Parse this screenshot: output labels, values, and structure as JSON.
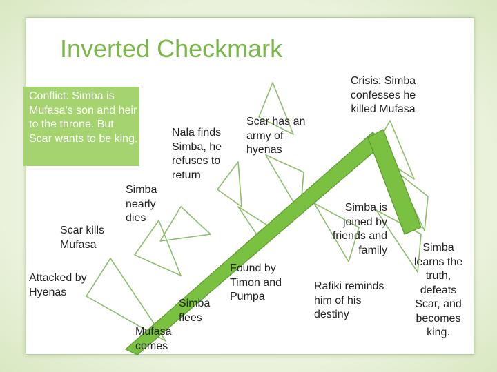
{
  "title": "Inverted Checkmark",
  "colors": {
    "title": "#7ab648",
    "beam": "#7ac142",
    "beam_edge": "#5c9a2e",
    "triangle": "#8fbc6a",
    "conflict_box": "#a4d36f"
  },
  "conflict": "Conflict:  Simba is Mufasa’s son and heir to the throne.  But Scar wants to be king.",
  "events": {
    "attacked_by_hyenas": "Attacked by Hyenas",
    "scar_kills_mufasa": "Scar kills Mufasa",
    "simba_nearly_dies": "Simba nearly dies",
    "mufasa_comes": "Mufasa comes",
    "simba_flees": "Simba flees",
    "nala_finds_simba": "Nala finds Simba, he refuses to return",
    "scar_army": "Scar has an army of hyenas",
    "found_by_timon_pumba": "Found by Timon and Pumpa",
    "crisis": "Crisis:  Simba confesses he killed Mufasa",
    "joined_by_friends": "Simba is joined by friends and family",
    "rafiki_reminds": "Rafiki reminds him of his destiny",
    "simba_learns_truth": "Simba learns the truth, defeats Scar, and becomes king."
  }
}
